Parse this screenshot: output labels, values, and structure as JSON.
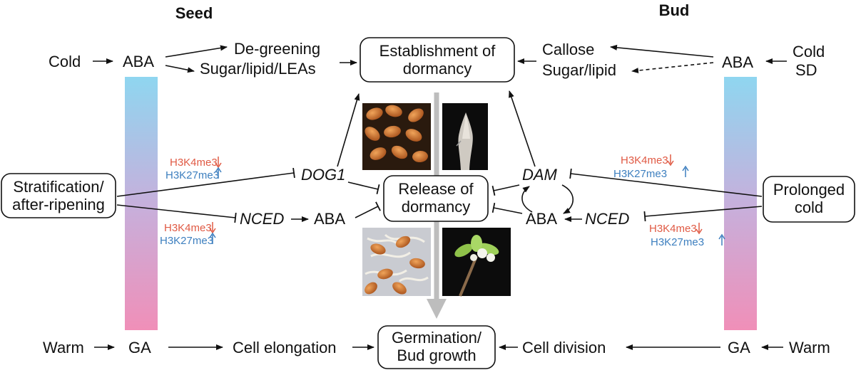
{
  "headers": {
    "seed": "Seed",
    "bud": "Bud"
  },
  "boxes": {
    "establishment": [
      "Establishment of",
      "dormancy"
    ],
    "release": [
      "Release of",
      "dormancy"
    ],
    "germination": [
      "Germination/",
      "Bud growth"
    ],
    "stratification": [
      "Stratification/",
      "after-ripening"
    ],
    "prolonged_cold": [
      "Prolonged",
      "cold"
    ]
  },
  "seed": {
    "cold": "Cold",
    "aba": "ABA",
    "degreening": "De-greening",
    "sugar_lipid_leas": "Sugar/lipid/LEAs",
    "dog1": "DOG1",
    "nced": "NCED",
    "aba2": "ABA",
    "warm": "Warm",
    "ga": "GA",
    "cell_elongation": "Cell elongation"
  },
  "bud": {
    "aba": "ABA",
    "cold": "Cold",
    "sd": "SD",
    "callose": "Callose",
    "sugar_lipid": "Sugar/lipid",
    "dam": "DAM",
    "aba2": "ABA",
    "nced": "NCED",
    "warm": "Warm",
    "ga": "GA",
    "cell_division": "Cell division"
  },
  "marks": {
    "h3k4_seed_upper": "H3K4me3",
    "h3k27_seed_upper": "H3K27me3",
    "h3k4_seed_lower": "H3K4me3",
    "h3k27_seed_lower": "H3K27me3",
    "h3k4_bud_upper": "H3K4me3",
    "h3k27_bud_upper": "H3K27me3",
    "h3k4_bud_lower": "H3K4me3",
    "h3k27_bud_lower": "H3K27me3"
  },
  "colors": {
    "gradient_top": "#8fd6f0",
    "gradient_mid": "#c6b0dc",
    "gradient_bottom": "#f08fb8",
    "mark_red": "#e05a44",
    "mark_blue": "#3d7fbf",
    "center_arrow": "#bdbdbd"
  },
  "images": [
    "dormant-seeds-photo",
    "dormant-bud-photo",
    "germinating-seeds-photo",
    "bud-burst-photo"
  ]
}
